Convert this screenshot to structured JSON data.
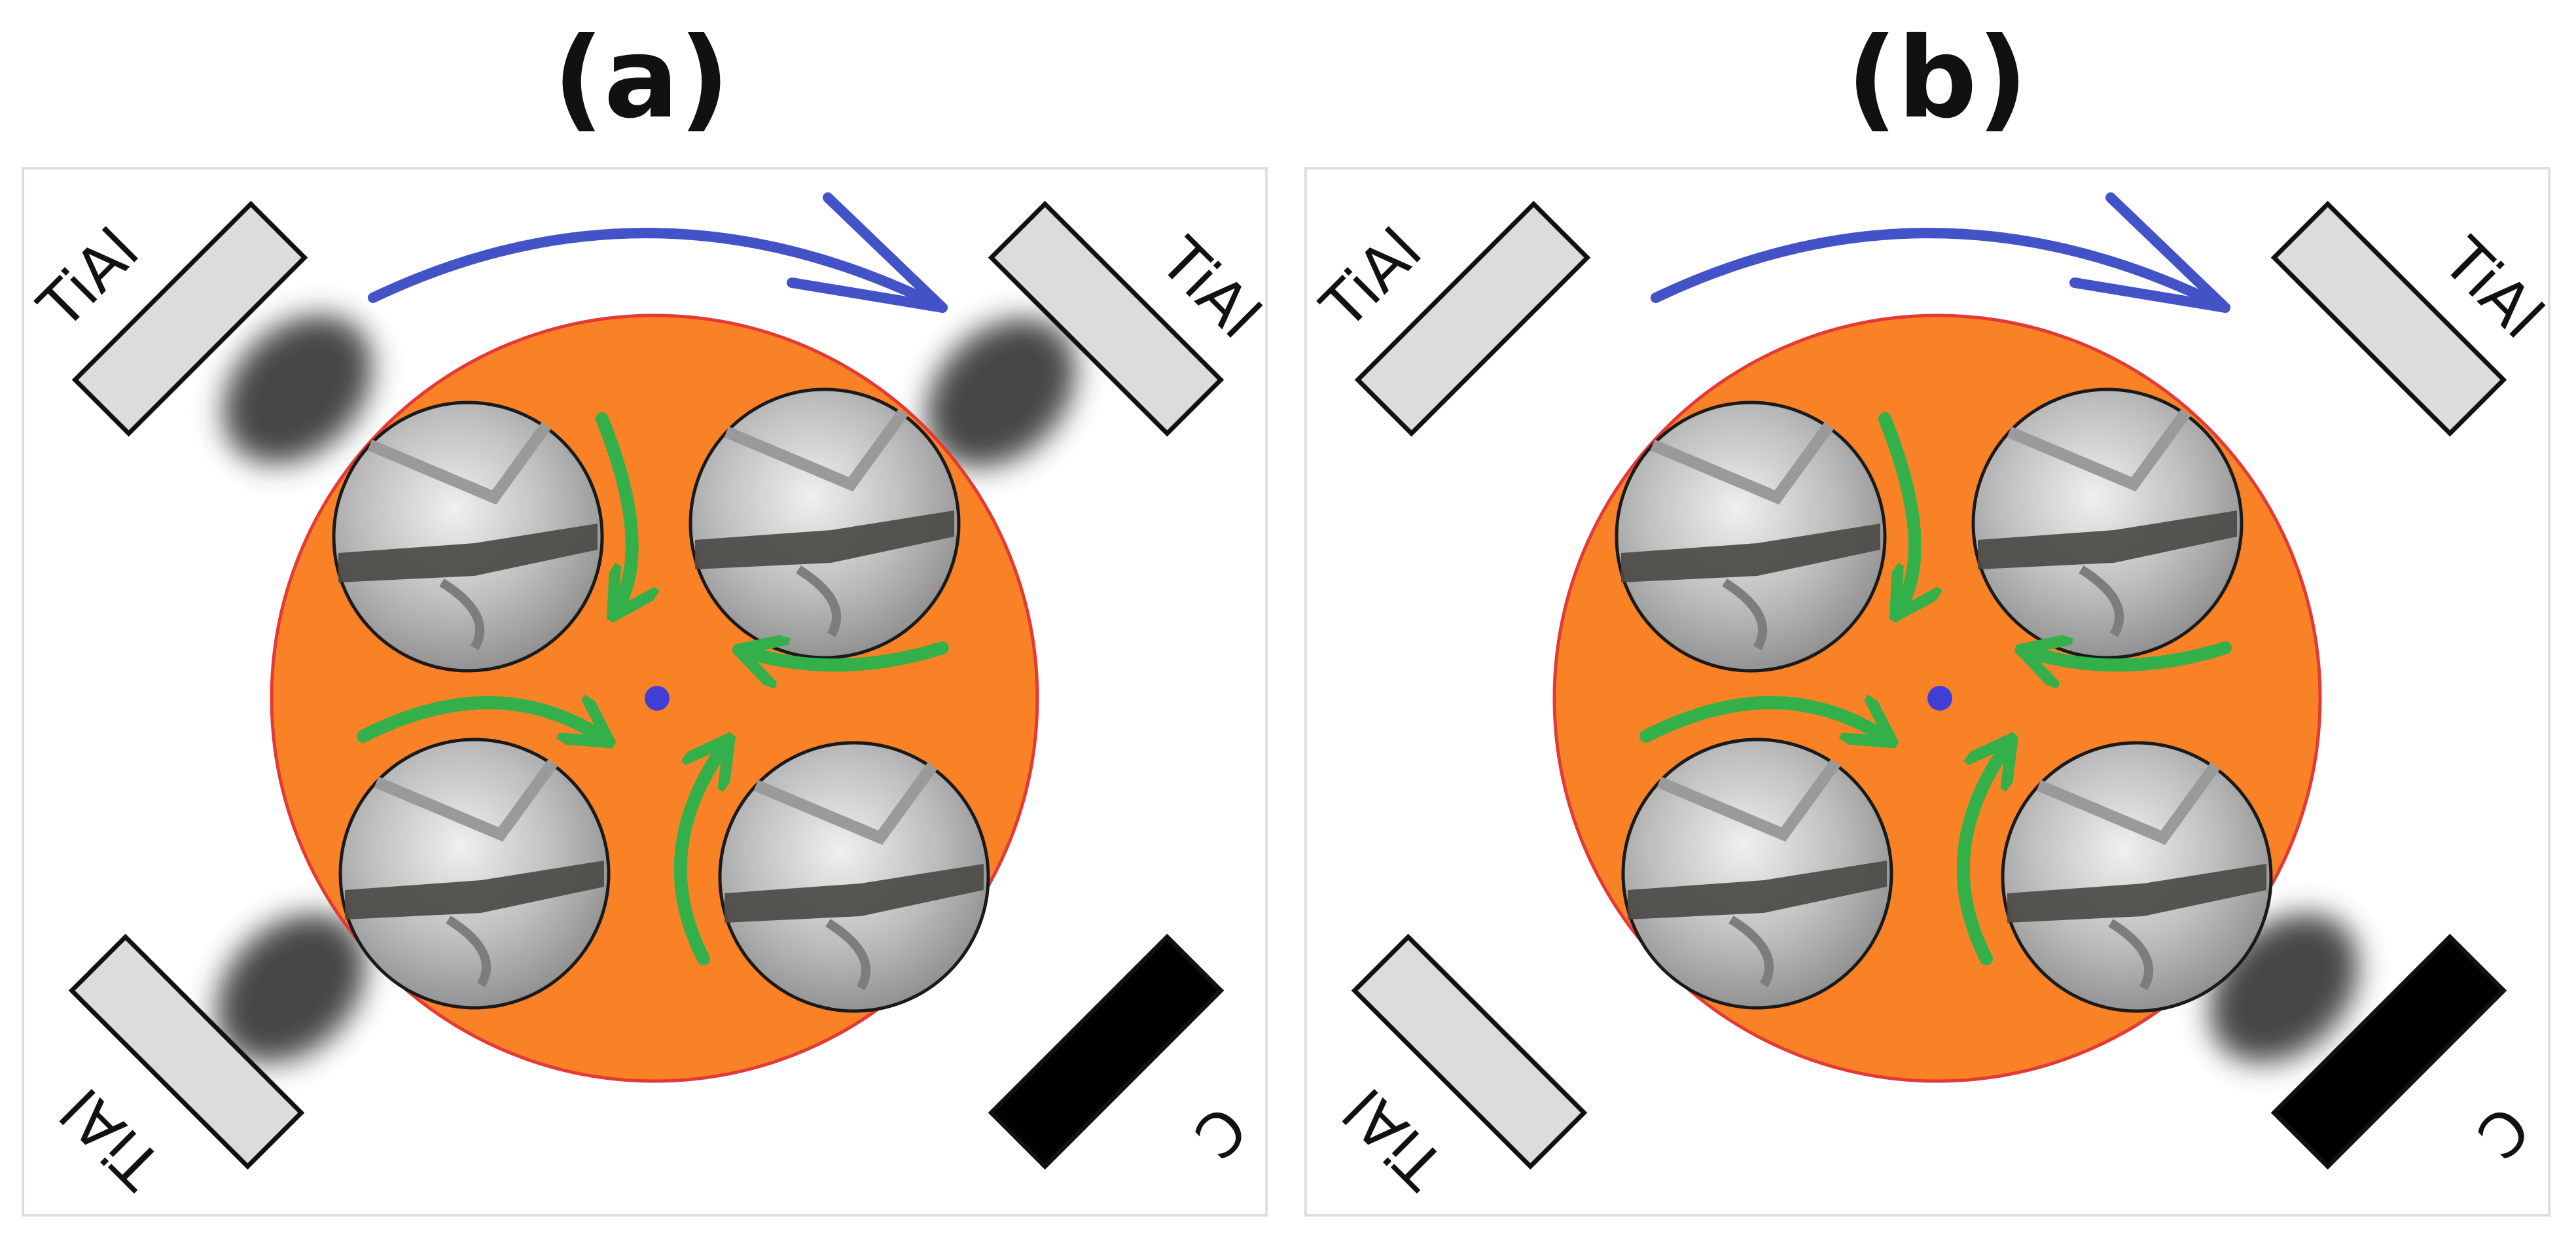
{
  "panels": [
    {
      "label": "(a)",
      "targets": [
        {
          "position": "top-left",
          "material": "TiAl",
          "active": true
        },
        {
          "position": "top-right",
          "material": "TiAl",
          "active": true
        },
        {
          "position": "bottom-left",
          "material": "TiAl",
          "active": true
        },
        {
          "position": "bottom-right",
          "material": "C",
          "active": false
        }
      ]
    },
    {
      "label": "(b)",
      "targets": [
        {
          "position": "top-left",
          "material": "TiAl",
          "active": false
        },
        {
          "position": "top-right",
          "material": "TiAl",
          "active": false
        },
        {
          "position": "bottom-left",
          "material": "TiAl",
          "active": false
        },
        {
          "position": "bottom-right",
          "material": "C",
          "active": true
        }
      ]
    }
  ],
  "colors": {
    "table_fill": "#f98227",
    "table_edge": "#e53935",
    "main_rotation_arrow": "#4452c8",
    "planetary_rotation_arrows": "#33b04a",
    "center_dot": "#3f3fd6",
    "alloy_target": "#dcdcdc",
    "carbon_target": "#000000",
    "plasma_plume": "#3c3c3c"
  },
  "icons": {
    "main_rotation": "clockwise-arc-arrow",
    "planetary_rotation": "curved-arrows-to-center",
    "sample": "cutting-insert-sample"
  }
}
